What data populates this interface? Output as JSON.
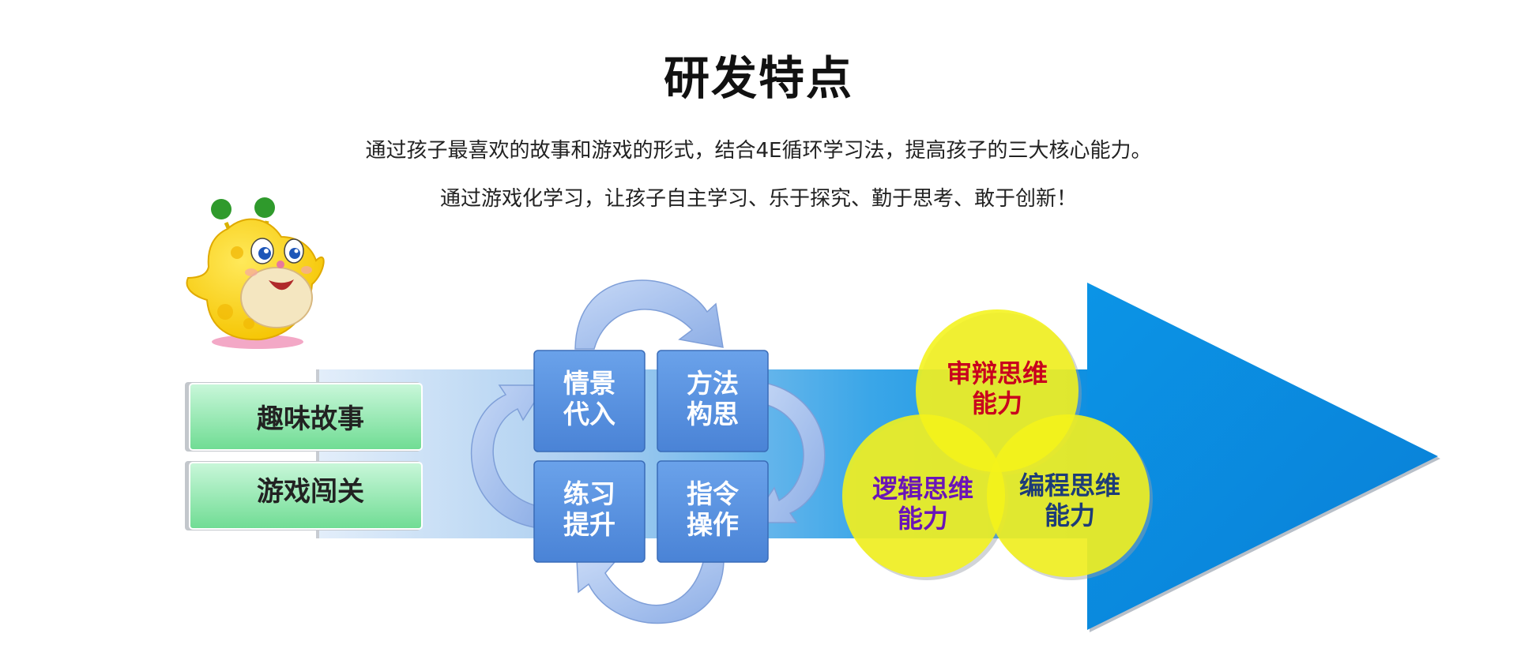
{
  "header": {
    "title": "研发特点",
    "subtitle_1": "通过孩子最喜欢的故事和游戏的形式，结合4E循环学习法，提高孩子的三大核心能力。",
    "subtitle_2": "通过游戏化学习，让孩子自主学习、乐于探究、勤于思考、敢于创新！"
  },
  "inputs": {
    "story_label": "趣味故事",
    "game_label": "游戏闯关"
  },
  "cycle": {
    "steps": [
      {
        "line1": "情景",
        "line2": "代入"
      },
      {
        "line1": "方法",
        "line2": "构思"
      },
      {
        "line1": "练习",
        "line2": "提升"
      },
      {
        "line1": "指令",
        "line2": "操作"
      }
    ]
  },
  "abilities": {
    "top": {
      "line1": "审辩思维",
      "line2": "能力",
      "color": "#c8001e"
    },
    "left": {
      "line1": "逻辑思维",
      "line2": "能力",
      "color": "#6a14b8"
    },
    "right": {
      "line1": "编程思维",
      "line2": "能力",
      "color": "#1d3c78"
    }
  },
  "colors": {
    "arrow_blue": "#0a8ee0",
    "box_blue": "#5b93e0",
    "green_top": "#c9f7da",
    "green_bottom": "#6fdc93",
    "circle_yellow": "#eef20a"
  },
  "mascot": "yellow-star-mascot"
}
